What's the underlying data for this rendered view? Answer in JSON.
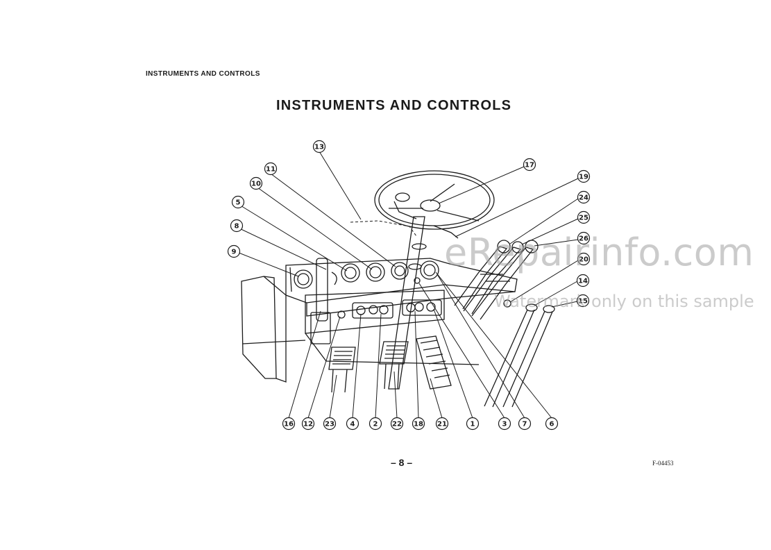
{
  "header": {
    "running_head": "INSTRUMENTS AND CONTROLS"
  },
  "title": "INSTRUMENTS AND CONTROLS",
  "figure": {
    "callouts": [
      {
        "id": "13",
        "label": "13"
      },
      {
        "id": "17",
        "label": "17"
      },
      {
        "id": "11",
        "label": "11"
      },
      {
        "id": "19",
        "label": "19"
      },
      {
        "id": "10",
        "label": "10"
      },
      {
        "id": "24",
        "label": "24"
      },
      {
        "id": "5",
        "label": "5"
      },
      {
        "id": "25",
        "label": "25"
      },
      {
        "id": "8",
        "label": "8"
      },
      {
        "id": "26",
        "label": "26"
      },
      {
        "id": "9",
        "label": "9"
      },
      {
        "id": "20",
        "label": "20"
      },
      {
        "id": "14",
        "label": "14"
      },
      {
        "id": "15",
        "label": "15"
      },
      {
        "id": "16",
        "label": "16"
      },
      {
        "id": "12",
        "label": "12"
      },
      {
        "id": "23",
        "label": "23"
      },
      {
        "id": "4",
        "label": "4"
      },
      {
        "id": "2",
        "label": "2"
      },
      {
        "id": "22",
        "label": "22"
      },
      {
        "id": "18",
        "label": "18"
      },
      {
        "id": "21",
        "label": "21"
      },
      {
        "id": "1",
        "label": "1"
      },
      {
        "id": "3",
        "label": "3"
      },
      {
        "id": "7",
        "label": "7"
      },
      {
        "id": "6",
        "label": "6"
      }
    ]
  },
  "watermark": {
    "main": "eRepairinfo.com",
    "sub": "Watermark only on this sample"
  },
  "footer": {
    "page_number": "– 8 –",
    "figure_code": "F-04453"
  }
}
